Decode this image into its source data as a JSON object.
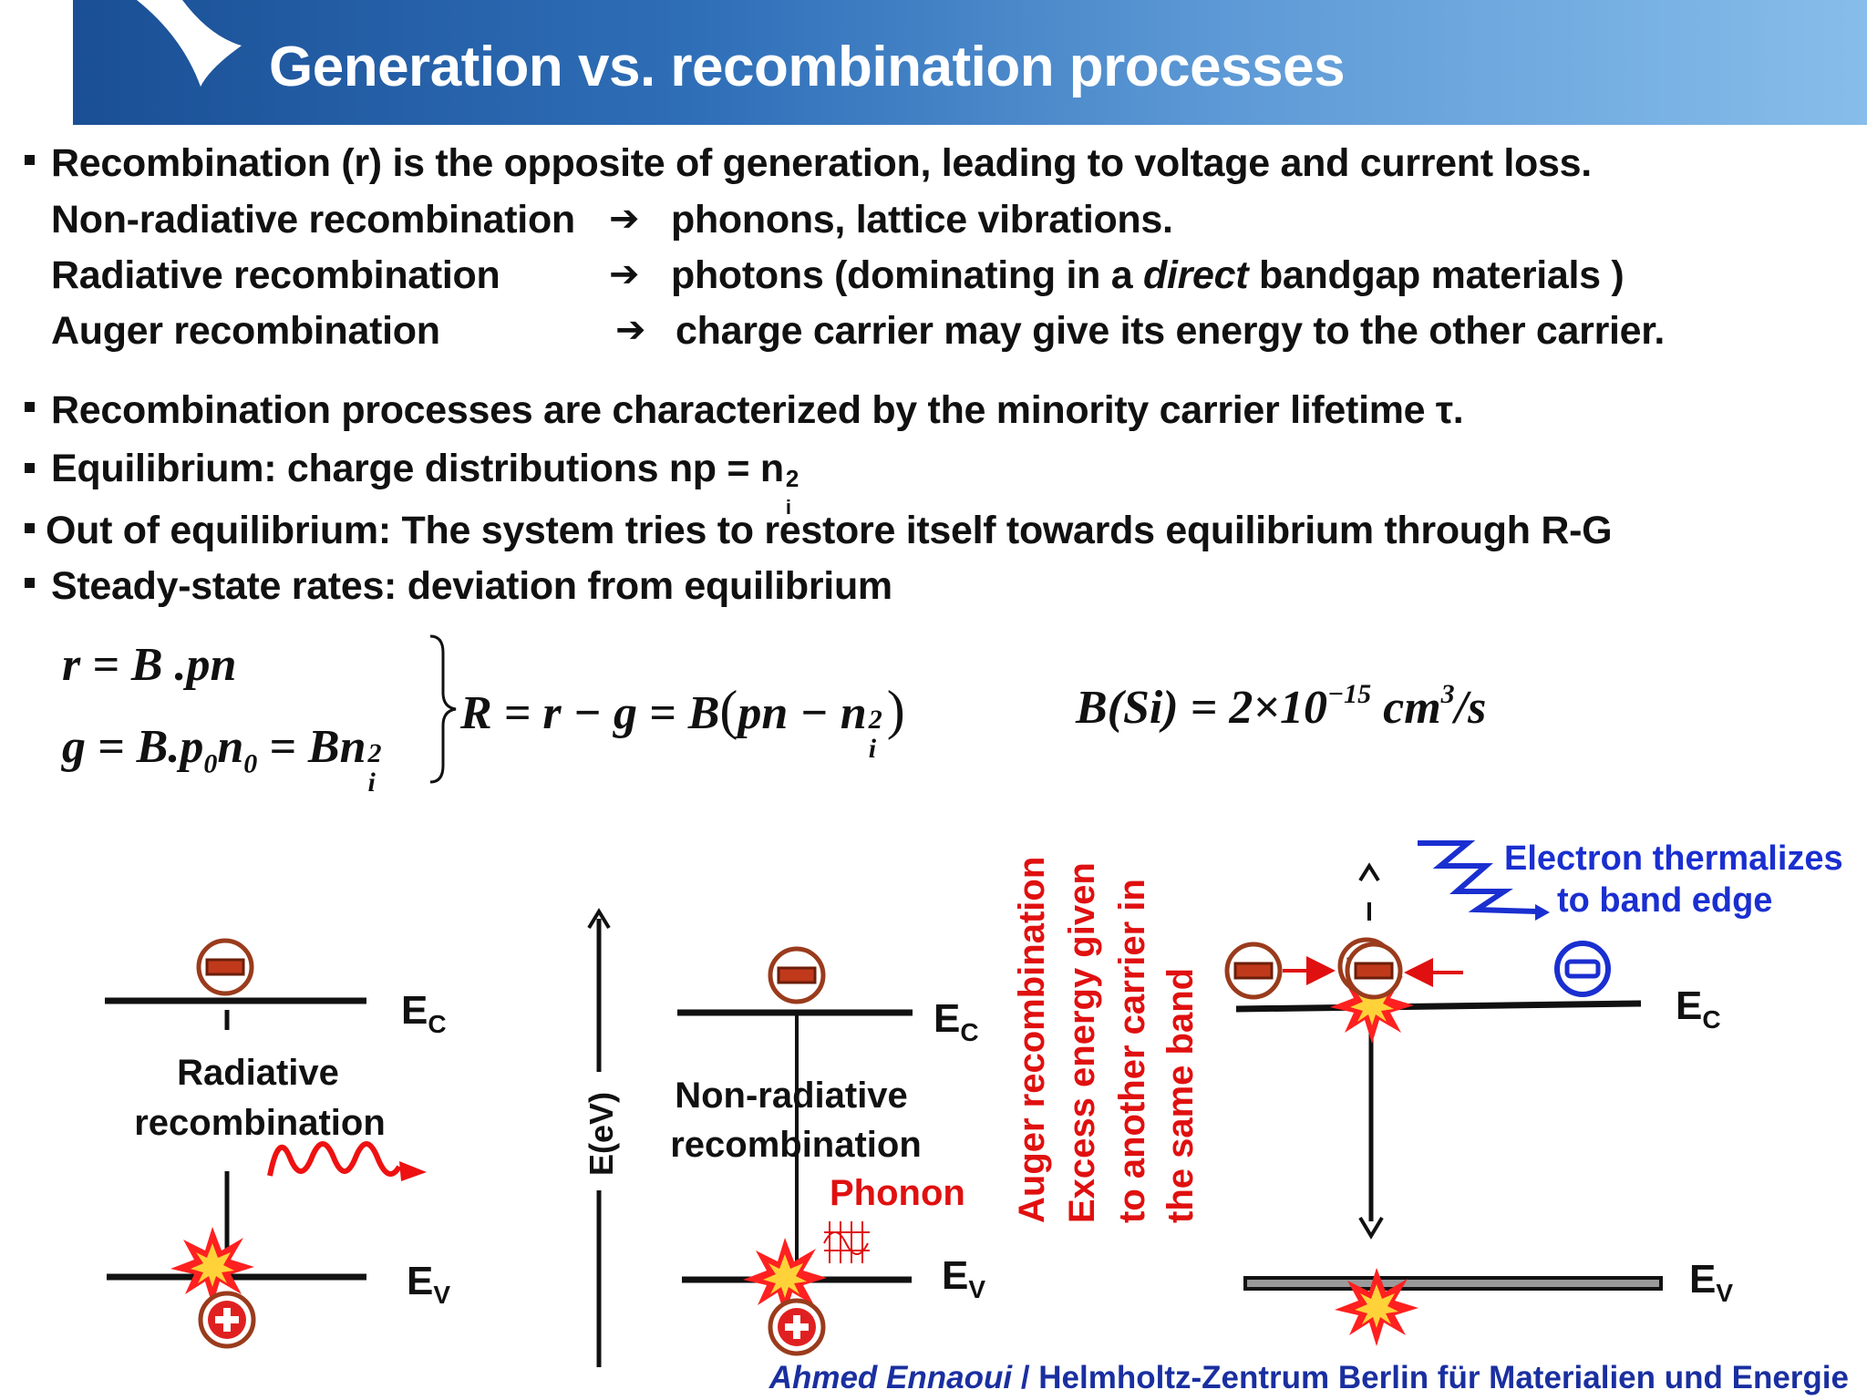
{
  "slide": {
    "title": "Generation vs. recombination processes",
    "bullets": {
      "b1": "Recombination (r) is the opposite of generation, leading to voltage and current loss.",
      "b1_rows": [
        {
          "name": "Non-radiative recombination",
          "arrow": "➔",
          "desc_a": "phonons, lattice vibrations.",
          "desc_em": "",
          "desc_b": ""
        },
        {
          "name": "Radiative recombination",
          "arrow": "➔",
          "desc_a": "photons (dominating in a ",
          "desc_em": "direct",
          "desc_b": " bandgap materials )"
        },
        {
          "name": "Auger recombination",
          "arrow": "➔",
          "desc_a": "charge carrier may give its energy to the other carrier.",
          "desc_em": "",
          "desc_b": ""
        }
      ],
      "b2": "Recombination processes are characterized by the minority carrier lifetime τ.",
      "b3_prefix": "Equilibrium: charge distributions np = n",
      "b3_sub": "i",
      "b3_sup": "2",
      "b4": "Out of equilibrium: The system tries to restore itself towards equilibrium through R-G",
      "b5": "Steady-state rates: deviation from equilibrium"
    },
    "equations": {
      "r_eq": "r = B .pn",
      "g_eq_a": "g = B.p",
      "g_eq_sub0": "0",
      "g_eq_n": "n",
      "g_eq_sub1": "0",
      "g_eq_b": " = Bn",
      "g_eq_sup": "2",
      "g_eq_sub": "i",
      "R_eq": "R = r − g = B",
      "R_eq_inner": "pn − n",
      "R_eq_sup": "2",
      "R_eq_sub": "i",
      "B_si": "B(Si) = 2×10",
      "B_si_exp": "−15",
      "B_si_unit": " cm",
      "B_si_unit_exp": "3",
      "B_si_tail": "/s"
    },
    "diagram": {
      "ec": "E",
      "ec_sub": "C",
      "ev": "E",
      "ev_sub": "V",
      "radiative_1": "Radiative",
      "radiative_2": "recombination",
      "nonrad_1": "Non-radiative",
      "nonrad_2": "recombination",
      "phonon": "Phonon",
      "axis_label": "E(eV)",
      "auger_1": "Auger recombination",
      "auger_2": "Excess energy given",
      "auger_3": "to another carrier in",
      "auger_4": "the same band",
      "thermal_1": "Electron thermalizes",
      "thermal_2": "to band edge",
      "colors": {
        "red": "#e01010",
        "blue": "#1a2fd0",
        "brown": "#8b2a10"
      },
      "icons": [
        "electron-icon",
        "hole-icon",
        "starburst-icon",
        "photon-wave-icon",
        "phonon-icon"
      ]
    },
    "footer": {
      "author": "Ahmed Ennaoui",
      "sep": " / ",
      "institution": "Helmholtz-Zentrum Berlin für Materialien und Energie"
    }
  }
}
